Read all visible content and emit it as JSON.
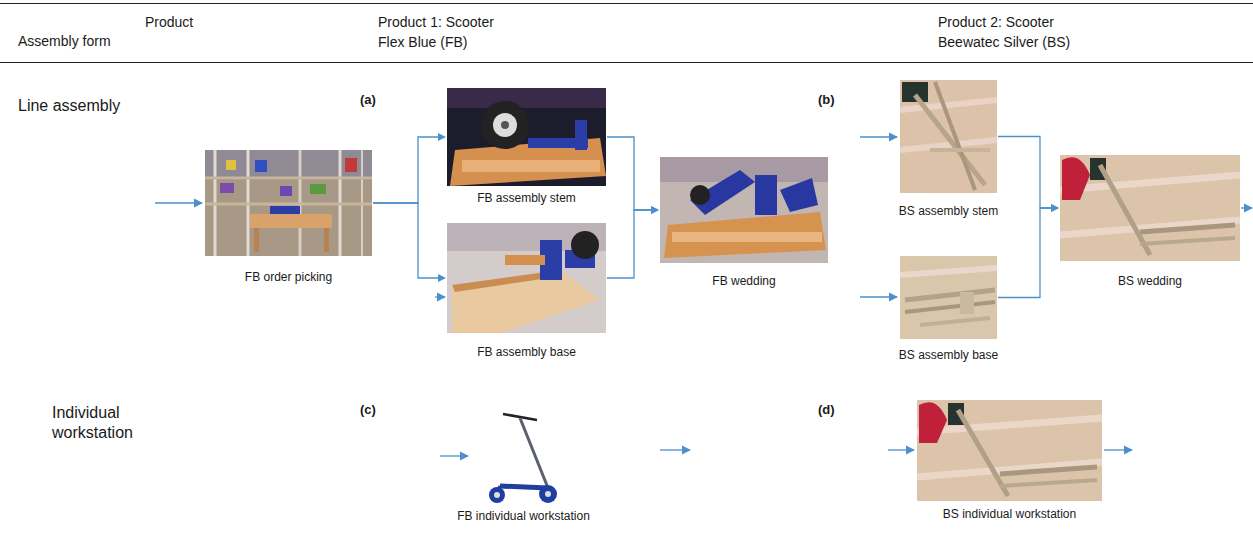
{
  "diagram": {
    "nodes": [
      {
        "text": [
          "FB order picking"
        ]
      },
      {
        "text": [
          "FB assembly stem"
        ]
      },
      {
        "text": [
          "FB assembly base"
        ]
      },
      {
        "text": [
          "FB wedding"
        ]
      },
      {
        "text": [
          "BS assembly stem"
        ]
      },
      {
        "text": [
          "BS assembly base"
        ]
      },
      {
        "text": [
          "BS wedding"
        ]
      },
      {
        "text": [
          "FB individual workstation"
        ]
      },
      {
        "text": [
          "BS individual workstation"
        ]
      }
    ],
    "edges": [
      {
        "from": 0,
        "to": 1,
        "arrow": "to"
      },
      {
        "from": 0,
        "to": 2,
        "arrow": "to"
      },
      {
        "from": 1,
        "to": 3,
        "arrow": "to"
      },
      {
        "from": 2,
        "to": 3,
        "arrow": "to"
      },
      {
        "from": 4,
        "to": 6,
        "arrow": "to"
      },
      {
        "from": 5,
        "to": 6,
        "arrow": "to"
      }
    ],
    "labels": [
      "Product",
      "Product 1: Scooter Flex Blue (FB)",
      "Product 2: Scooter Beewatec Silver (BS)",
      "Assembly form",
      "Line assembly",
      "(a)",
      "(b)",
      "Individual workstation",
      "(c)",
      "(d)"
    ]
  }
}
